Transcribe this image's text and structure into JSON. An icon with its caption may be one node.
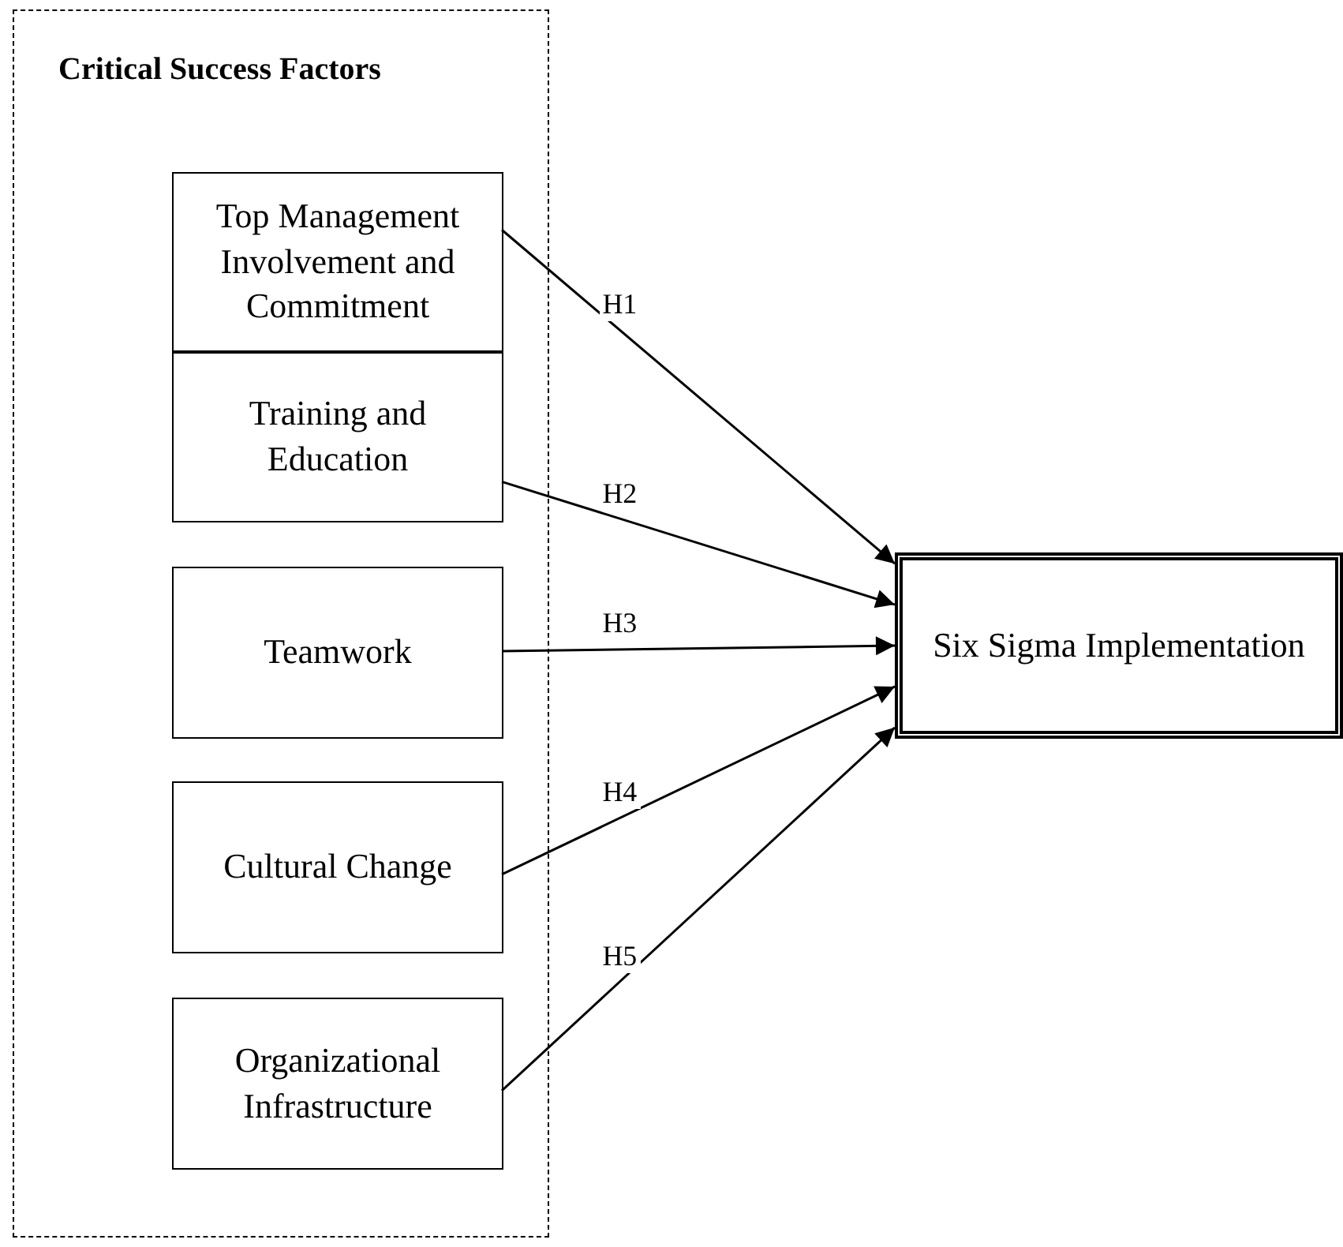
{
  "diagram": {
    "nodes": [
      {
        "text": [
          "Critical Success Factors"
        ]
      },
      {
        "text": [
          "Top Management Involvement and Commitment"
        ],
        "in": 0
      },
      {
        "text": [
          "Training and Education"
        ],
        "in": 0
      },
      {
        "text": [
          "Teamwork"
        ],
        "in": 0
      },
      {
        "text": [
          "Cultural Change"
        ],
        "in": 0
      },
      {
        "text": [
          "Organizational Infrastructure"
        ],
        "in": 0
      },
      {
        "text": [
          "Six Sigma Implementation"
        ]
      }
    ],
    "edges": [
      {
        "from": 1,
        "to": 6,
        "arrow": "to",
        "label": "H1"
      },
      {
        "from": 2,
        "to": 6,
        "arrow": "to",
        "label": "H2"
      },
      {
        "from": 3,
        "to": 6,
        "arrow": "to",
        "label": "H3"
      },
      {
        "from": 4,
        "to": 6,
        "arrow": "to",
        "label": "H4"
      },
      {
        "from": 5,
        "to": 6,
        "arrow": "to",
        "label": "H5"
      }
    ]
  }
}
